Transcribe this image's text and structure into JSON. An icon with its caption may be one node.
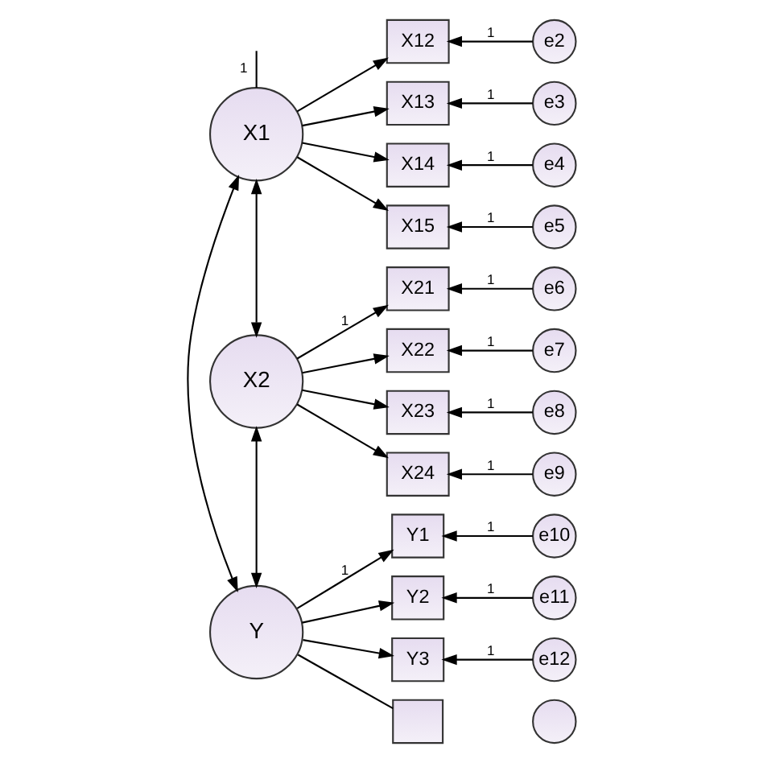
{
  "diagram": {
    "nodes": [
      {
        "text": [
          "X1"
        ]
      },
      {
        "text": [
          "X12"
        ]
      },
      {
        "text": [
          "e2"
        ]
      },
      {
        "text": [
          "X13"
        ]
      },
      {
        "text": [
          "e3"
        ]
      },
      {
        "text": [
          "X14"
        ]
      },
      {
        "text": [
          "e4"
        ]
      },
      {
        "text": [
          "X15"
        ]
      },
      {
        "text": [
          "e5"
        ]
      },
      {
        "text": [
          "X2"
        ]
      },
      {
        "text": [
          "X21"
        ]
      },
      {
        "text": [
          "e6"
        ]
      },
      {
        "text": [
          "X22"
        ]
      },
      {
        "text": [
          "e7"
        ]
      },
      {
        "text": [
          "X23"
        ]
      },
      {
        "text": [
          "e8"
        ]
      },
      {
        "text": [
          "X24"
        ]
      },
      {
        "text": [
          "e9"
        ]
      },
      {
        "text": [
          "Y"
        ]
      },
      {
        "text": [
          "Y1"
        ]
      },
      {
        "text": [
          "e10"
        ]
      },
      {
        "text": [
          "Y2"
        ]
      },
      {
        "text": [
          "e11"
        ]
      },
      {
        "text": [
          "Y3"
        ]
      },
      {
        "text": [
          "e12"
        ]
      },
      {
        "text": [],
        "shape": "box"
      },
      {
        "text": [],
        "shape": "circle"
      }
    ],
    "edges": [
      {
        "from": 0,
        "to": null,
        "arrow": "none",
        "label": "1"
      },
      {
        "from": 0,
        "to": 1,
        "arrow": "to"
      },
      {
        "from": 0,
        "to": 3,
        "arrow": "to"
      },
      {
        "from": 0,
        "to": 5,
        "arrow": "to"
      },
      {
        "from": 0,
        "to": 7,
        "arrow": "to"
      },
      {
        "from": 2,
        "to": 1,
        "arrow": "to",
        "label": "1"
      },
      {
        "from": 4,
        "to": 3,
        "arrow": "to",
        "label": "1"
      },
      {
        "from": 6,
        "to": 5,
        "arrow": "to",
        "label": "1"
      },
      {
        "from": 8,
        "to": 7,
        "arrow": "to",
        "label": "1"
      },
      {
        "from": 9,
        "to": 10,
        "arrow": "to",
        "label": "1"
      },
      {
        "from": 9,
        "to": 12,
        "arrow": "to"
      },
      {
        "from": 9,
        "to": 14,
        "arrow": "to"
      },
      {
        "from": 9,
        "to": 16,
        "arrow": "to"
      },
      {
        "from": 11,
        "to": 10,
        "arrow": "to",
        "label": "1"
      },
      {
        "from": 13,
        "to": 12,
        "arrow": "to",
        "label": "1"
      },
      {
        "from": 15,
        "to": 14,
        "arrow": "to",
        "label": "1"
      },
      {
        "from": 17,
        "to": 16,
        "arrow": "to",
        "label": "1"
      },
      {
        "from": 18,
        "to": 19,
        "arrow": "to",
        "label": "1"
      },
      {
        "from": 18,
        "to": 21,
        "arrow": "to"
      },
      {
        "from": 18,
        "to": 23,
        "arrow": "to"
      },
      {
        "from": 18,
        "to": 25,
        "arrow": "none"
      },
      {
        "from": 20,
        "to": 19,
        "arrow": "to",
        "label": "1"
      },
      {
        "from": 22,
        "to": 21,
        "arrow": "to",
        "label": "1"
      },
      {
        "from": 24,
        "to": 23,
        "arrow": "to",
        "label": "1"
      },
      {
        "from": 0,
        "to": 9,
        "arrow": "both"
      },
      {
        "from": 9,
        "to": 18,
        "arrow": "both"
      },
      {
        "from": 0,
        "to": 18,
        "arrow": "both"
      }
    ]
  }
}
